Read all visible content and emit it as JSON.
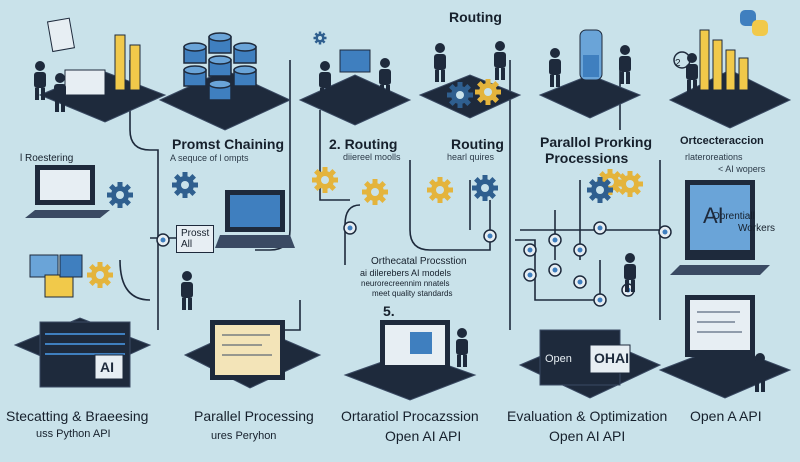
{
  "top": {
    "routing": "Routing",
    "step_badge": "2"
  },
  "sections": [
    {
      "title": "Promst Chaining",
      "subtitle": "A sequce of l ompts"
    },
    {
      "title": "2. Routing",
      "subtitle": "diiereel moolls"
    },
    {
      "title": "Routing",
      "subtitle": "hearl quires"
    },
    {
      "title": "Parallol Prorking",
      "title2": "Processions"
    },
    {
      "title": "Ortcecteraccion",
      "subtitle": "rlateroreations",
      "subtitle2": "< AI wopers"
    }
  ],
  "side": {
    "left_caption": "l Roestering",
    "prompt_card": "Prosst\nAll",
    "center_title": "Orthecatal Procsstion",
    "center_line1": "ai dilerebers AI models",
    "center_line2": "neurorecreennim nnatels",
    "center_line3": "meet quality standards",
    "step5": "5.",
    "right_caption1": "Oprentiall",
    "right_caption2": "Workers"
  },
  "screens": {
    "monitor_text": "AI",
    "server_label": "AI",
    "openai_label": "OHAI",
    "open_label": "Open"
  },
  "bottom": [
    {
      "title": "Stecatting & Braeesing",
      "subtitle": "uss Python API"
    },
    {
      "title": "Parallel Processing",
      "subtitle": "ures Peryhon"
    },
    {
      "title": "Ortaratiol Procazssion",
      "subtitle": "Open AI API"
    },
    {
      "title": "Evaluation & Optimization",
      "subtitle": "Open AI API"
    },
    {
      "title": "Open A API",
      "subtitle": ""
    }
  ],
  "colors": {
    "background": "#c9e2ea",
    "platform": "#1e2a3c",
    "platform_edge": "#3a4a63",
    "blue": "#3f7fbf",
    "yellow": "#f1c94a",
    "gear_blue": "#2f5f8f",
    "gear_yellow": "#e4b43c",
    "line": "#1e2a3c"
  }
}
